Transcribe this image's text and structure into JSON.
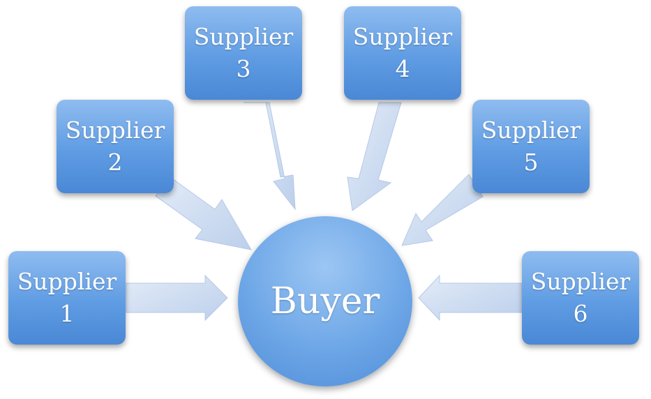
{
  "buyer": {
    "label": "Buyer"
  },
  "suppliers": [
    {
      "label": "Supplier",
      "number": "1"
    },
    {
      "label": "Supplier",
      "number": "2"
    },
    {
      "label": "Supplier",
      "number": "3"
    },
    {
      "label": "Supplier",
      "number": "4"
    },
    {
      "label": "Supplier",
      "number": "5"
    },
    {
      "label": "Supplier",
      "number": "6"
    }
  ],
  "colors": {
    "box_top": "#8fbcf0",
    "box_bottom": "#4a88d6",
    "arrow_fill": "#c9d9f0",
    "text": "#ffffff"
  }
}
